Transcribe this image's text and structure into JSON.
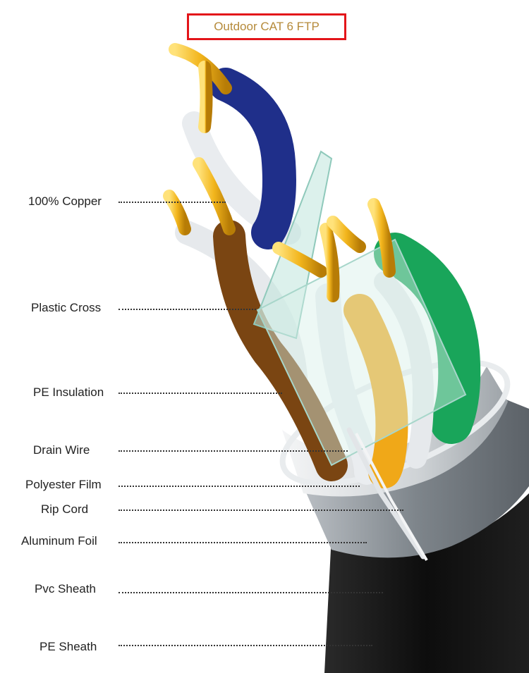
{
  "title": "Outdoor CAT 6 FTP",
  "colors": {
    "title_border": "#e3151a",
    "title_text": "#b58a3a",
    "copper": "#f2b51c",
    "blue_pair": "#1f2f8a",
    "brown_pair": "#7a4512",
    "orange_pair": "#f0a818",
    "green_pair": "#19a55a",
    "outer_sheath": "#1a1a1a"
  },
  "labels": {
    "copper": "100% Copper",
    "plastic_cross": "Plastic Cross",
    "pe_insulation": "PE Insulation",
    "drain_wire": "Drain Wire",
    "polyester_film": "Polyester Film",
    "rip_cord": "Rip Cord",
    "aluminum_foil": "Aluminum Foil",
    "pvc_sheath": "Pvc Sheath",
    "pe_sheath": "PE Sheath"
  }
}
